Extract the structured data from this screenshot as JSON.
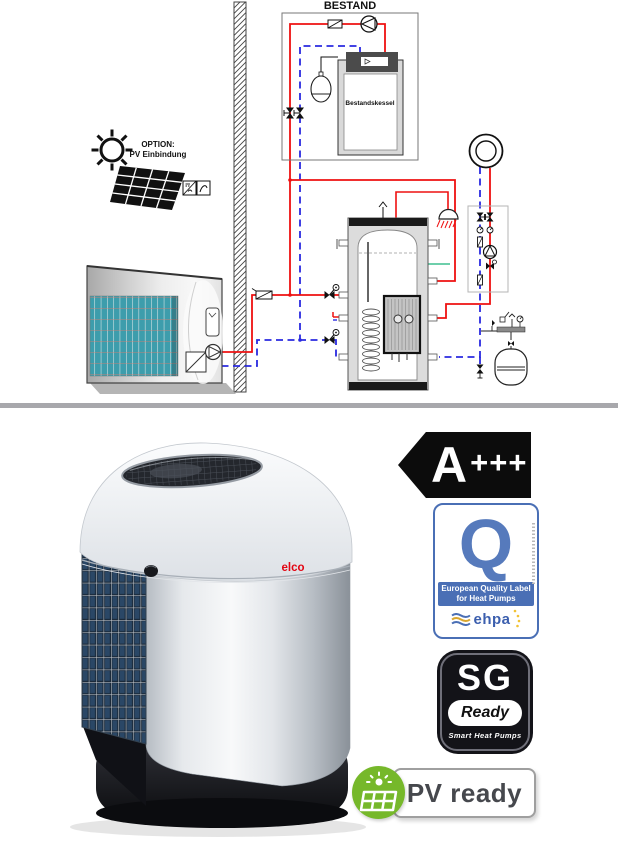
{
  "colors": {
    "pipe-red": "#ee1111",
    "pipe-blue": "#2a2ae0",
    "sensor-green": "#3fbf8f",
    "evaporator-teal": "#3d9dac",
    "divider-gray": "#a8a8ac",
    "brand-red": "#e30613",
    "energy-black": "#0c0c0c",
    "quality-blue": "#4a6fb5",
    "quality-letter-blue": "#567abc",
    "ehpa-gold": "#d9a62e",
    "star-yellow": "#f2c233",
    "sg-black": "#131318",
    "pv-green": "#76b82a",
    "pv-text-gray": "#46484d"
  },
  "schematic": {
    "existing_system": {
      "title": "BESTAND",
      "boiler_label": "Bestandskessel"
    },
    "pv_option": {
      "line1": "OPTION:",
      "line2": "PV Einbindung"
    }
  },
  "product": {
    "brand": "elco"
  },
  "badges": {
    "energy_class": {
      "label_letter": "A",
      "label_plus": "+++"
    },
    "quality_label": {
      "letter": "Q",
      "banner_line1": "European Quality Label",
      "banner_line2": "for Heat Pumps",
      "org": "ehpa"
    },
    "sg_ready": {
      "title": "SG",
      "pill": "Ready",
      "subtitle": "Smart Heat Pumps"
    },
    "pv_ready": {
      "label": "PV ready"
    }
  }
}
